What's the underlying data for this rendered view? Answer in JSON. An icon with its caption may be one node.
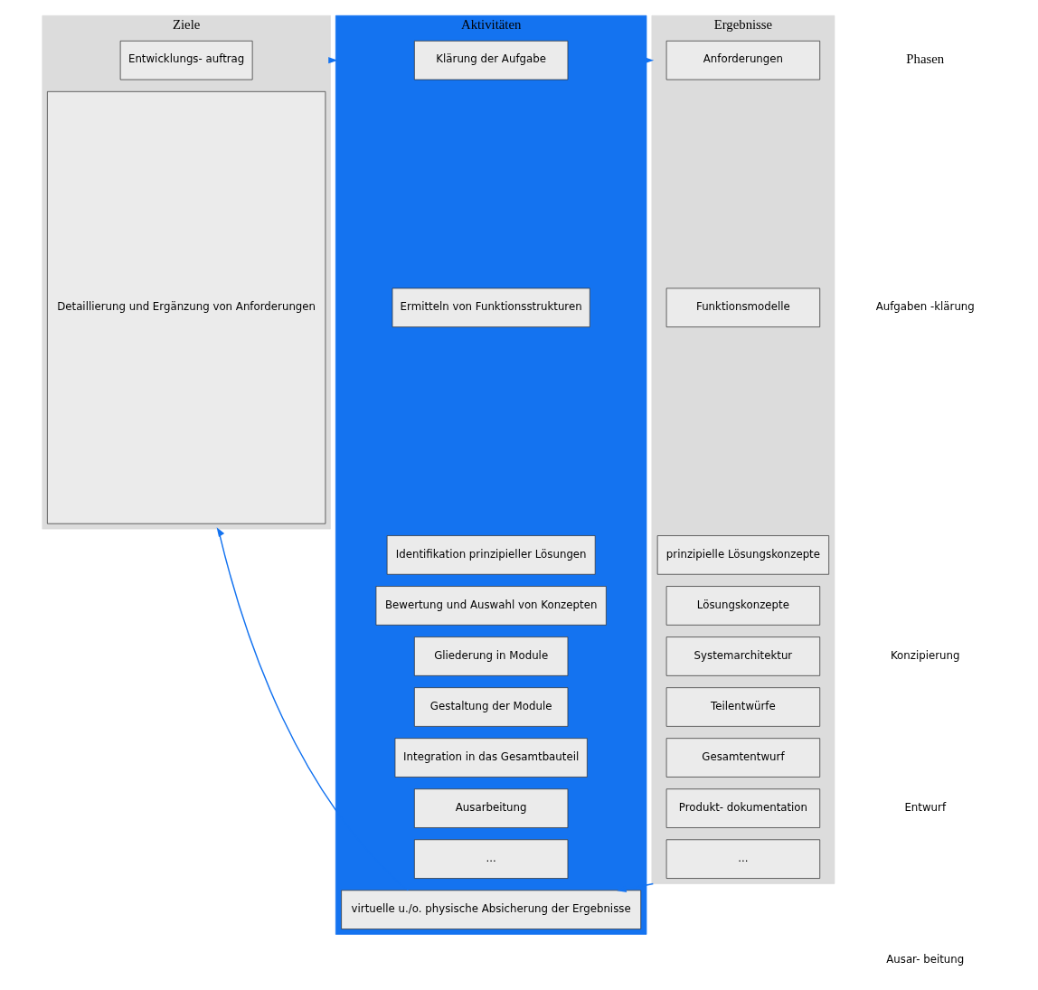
{
  "diagram": {
    "nodes": [
      {
        "text": [
          "Ziele"
        ]
      },
      {
        "text": [
          "Entwicklungs- auftrag"
        ],
        "in": 0
      },
      {
        "text": [
          "Detaillierung und Ergänzung von Anforderungen"
        ],
        "in": 0
      },
      {
        "text": [
          "Aktivitäten"
        ]
      },
      {
        "text": [
          "Klärung der Aufgabe"
        ],
        "in": 3
      },
      {
        "text": [
          "Ermitteln von Funktionsstrukturen"
        ],
        "in": 3
      },
      {
        "text": [
          "Identifikation prinzipieller Lösungen"
        ],
        "in": 3
      },
      {
        "text": [
          "Bewertung und Auswahl von Konzepten"
        ],
        "in": 3
      },
      {
        "text": [
          "Gliederung in Module"
        ],
        "in": 3
      },
      {
        "text": [
          "Gestaltung der Module"
        ],
        "in": 3
      },
      {
        "text": [
          "Integration in das Gesamtbauteil"
        ],
        "in": 3
      },
      {
        "text": [
          "Ausarbeitung"
        ],
        "in": 3
      },
      {
        "text": [
          "..."
        ],
        "in": 3
      },
      {
        "text": [
          "virtuelle u./o. physische Absicherung der Ergebnisse"
        ],
        "in": 3
      },
      {
        "text": [
          "Ergebnisse"
        ]
      },
      {
        "text": [
          "Anforderungen"
        ],
        "in": 14
      },
      {
        "text": [
          "Funktionsmodelle"
        ],
        "in": 14
      },
      {
        "text": [
          "prinzipielle Lösungskonzepte"
        ],
        "in": 14
      },
      {
        "text": [
          "Lösungskonzepte"
        ],
        "in": 14
      },
      {
        "text": [
          "Systemarchitektur"
        ],
        "in": 14
      },
      {
        "text": [
          "Teilentwürfe"
        ],
        "in": 14
      },
      {
        "text": [
          "Gesamtentwurf"
        ],
        "in": 14
      },
      {
        "text": [
          "Produkt- dokumentation"
        ],
        "in": 14
      },
      {
        "text": [
          "..."
        ],
        "in": 14
      }
    ],
    "edges": [
      {
        "from": 0,
        "to": 3,
        "arrow": "to"
      },
      {
        "from": 3,
        "to": 14,
        "arrow": "to"
      },
      {
        "from": 14,
        "to": 13,
        "arrow": "to"
      },
      {
        "from": 13,
        "to": 0,
        "arrow": "to"
      }
    ],
    "labels": [
      "Phasen",
      "Aufgaben -klärung",
      "Konzipierung",
      "Entwurf",
      "Ausar- beitung"
    ]
  }
}
